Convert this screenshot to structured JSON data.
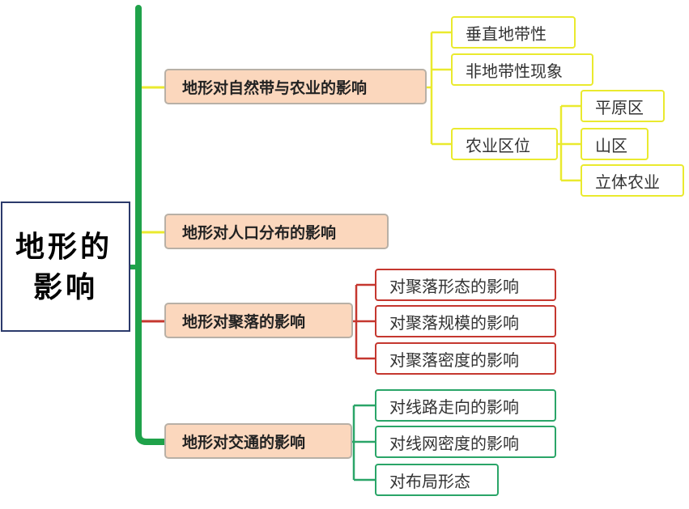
{
  "root": {
    "line1": "地形的",
    "line2": "影响"
  },
  "branches": [
    {
      "label": "地形对自然带与农业的影响",
      "children": [
        {
          "label": "垂直地带性"
        },
        {
          "label": "非地带性现象"
        },
        {
          "label": "农业区位",
          "children": [
            "平原区",
            "山区",
            "立体农业"
          ]
        }
      ]
    },
    {
      "label": "地形对人口分布的影响",
      "children": []
    },
    {
      "label": "地形对聚落的影响",
      "children": [
        {
          "label": "对聚落形态的影响"
        },
        {
          "label": "对聚落规模的影响"
        },
        {
          "label": "对聚落密度的影响"
        }
      ]
    },
    {
      "label": "地形对交通的影响",
      "children": [
        {
          "label": "对线路走向的影响"
        },
        {
          "label": "对线网密度的影响"
        },
        {
          "label": "对布局形态"
        }
      ]
    }
  ],
  "colors": {
    "spine": "#1fa24a",
    "branch_yellow": "#eaea2e",
    "branch_red": "#c5372f",
    "branch_green": "#2aa568",
    "main_fill": "#fbd7bd"
  }
}
